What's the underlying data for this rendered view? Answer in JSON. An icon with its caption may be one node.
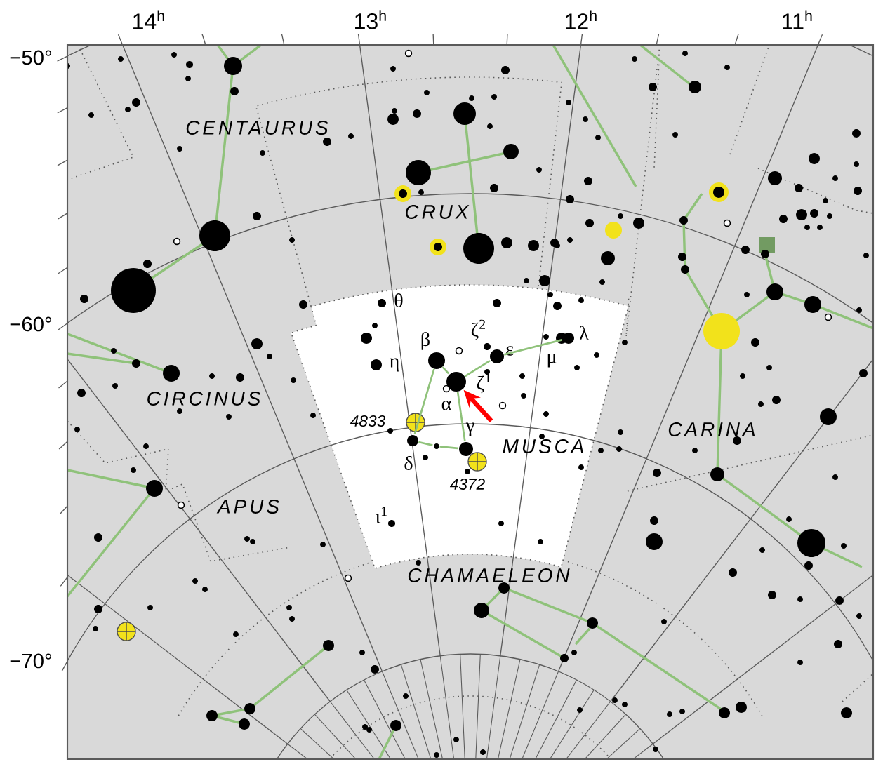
{
  "diagram": {
    "nodes": [
      {
        "text": [],
        "shape": "circle",
        "beside": [
          "α"
        ]
      },
      {
        "text": [],
        "shape": "circle",
        "beside": [
          "β"
        ]
      },
      {
        "text": [],
        "shape": "circle",
        "beside": [
          "γ"
        ]
      },
      {
        "text": [],
        "shape": "circle",
        "beside": [
          "δ"
        ]
      },
      {
        "text": [],
        "shape": "circle",
        "beside": [
          "ε"
        ]
      },
      {
        "text": [],
        "shape": "circle",
        "beside": [
          "λ"
        ]
      },
      {
        "text": [],
        "shape": "circle"
      }
    ],
    "edges": [
      {
        "from": null,
        "to": 0,
        "arrow": "to",
        "style": "thick",
        "color": "#ff0000"
      },
      {
        "from": 1,
        "to": 0,
        "arrow": "none"
      },
      {
        "from": 0,
        "to": 4,
        "arrow": "none"
      },
      {
        "from": 4,
        "to": 5,
        "arrow": "none"
      },
      {
        "from": 0,
        "to": 2,
        "arrow": "none"
      },
      {
        "from": 1,
        "to": 3,
        "arrow": "none"
      },
      {
        "from": 3,
        "to": 6,
        "arrow": "none"
      },
      {
        "from": 6,
        "to": 2,
        "arrow": "none"
      }
    ],
    "labels": [
      "14$^{h}$",
      "13$^{h}$",
      "12$^{h}$",
      "11$^{h}$",
      "−50°",
      "−60°",
      "−70°",
      "CENTAURUS",
      "CRUX",
      "CIRCINUS",
      "CARINA",
      "APUS",
      "MUSCA",
      "CHAMAELEON",
      "θ",
      "η",
      "ζ$^{2}$",
      "μ",
      "ζ$^{1}$",
      "4833",
      "4372",
      "ι$^{1}$"
    ]
  }
}
